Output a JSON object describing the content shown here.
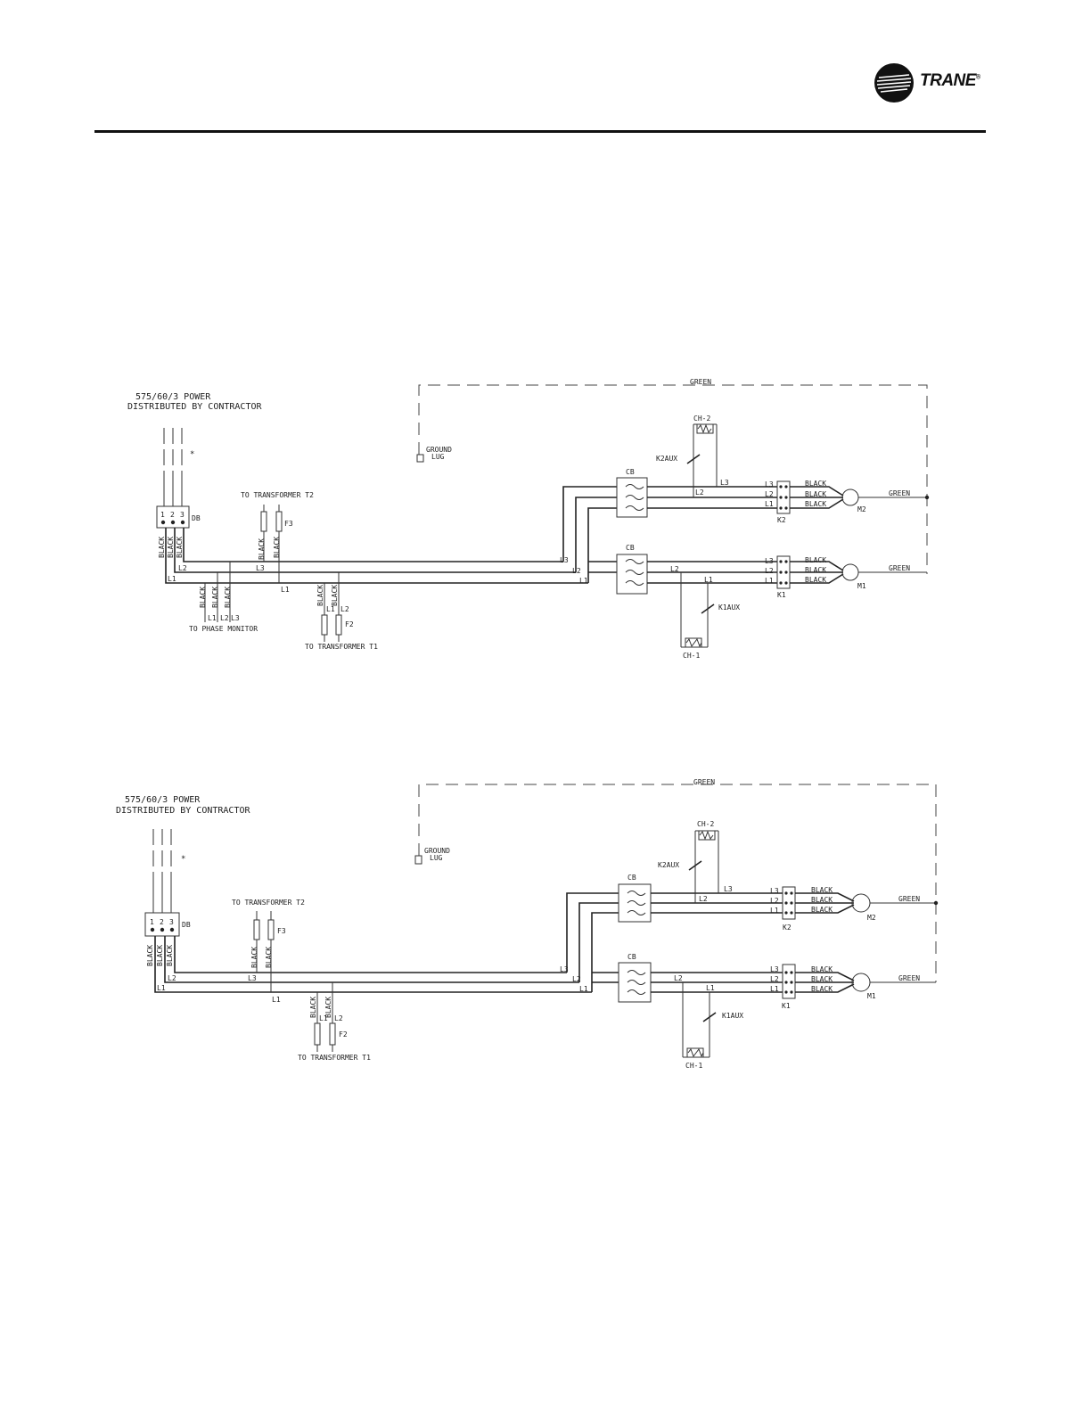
{
  "header": {
    "logo_icon": "trane-logo-icon",
    "brand": "TRANE"
  },
  "diagrams": [
    {
      "power_line1": "575/60/3 POWER",
      "power_line2": "DISTRIBUTED BY CONTRACTOR",
      "asterisk": "*",
      "db_label": "DB",
      "db_terminals": [
        "1",
        "2",
        "3"
      ],
      "wire_color": "BLACK",
      "ground_color": "GREEN",
      "ground_lug_line1": "GROUND",
      "ground_lug_line2": "LUG",
      "to_t2": "TO TRANSFORMER T2",
      "to_t1": "TO TRANSFORMER T1",
      "to_phase_monitor": "TO PHASE MONITOR",
      "fuse_f3": "F3",
      "fuse_f2": "F2",
      "cb": "CB",
      "l1": "L1",
      "l2": "L2",
      "l3": "L3",
      "k1": "K1",
      "k2": "K2",
      "k1aux": "K1AUX",
      "k2aux": "K2AUX",
      "ch1": "CH-1",
      "ch2": "CH-2",
      "m1": "M1",
      "m2": "M2"
    },
    {
      "power_line1": "575/60/3 POWER",
      "power_line2": "DISTRIBUTED BY CONTRACTOR",
      "asterisk": "*",
      "db_label": "DB",
      "db_terminals": [
        "1",
        "2",
        "3"
      ],
      "wire_color": "BLACK",
      "ground_color": "GREEN",
      "ground_lug_line1": "GROUND",
      "ground_lug_line2": "LUG",
      "to_t2": "TO TRANSFORMER T2",
      "to_t1": "TO TRANSFORMER T1",
      "fuse_f3": "F3",
      "fuse_f2": "F2",
      "cb": "CB",
      "l1": "L1",
      "l2": "L2",
      "l3": "L3",
      "k1": "K1",
      "k2": "K2",
      "k1aux": "K1AUX",
      "k2aux": "K2AUX",
      "ch1": "CH-1",
      "ch2": "CH-2",
      "m1": "M1",
      "m2": "M2"
    }
  ]
}
